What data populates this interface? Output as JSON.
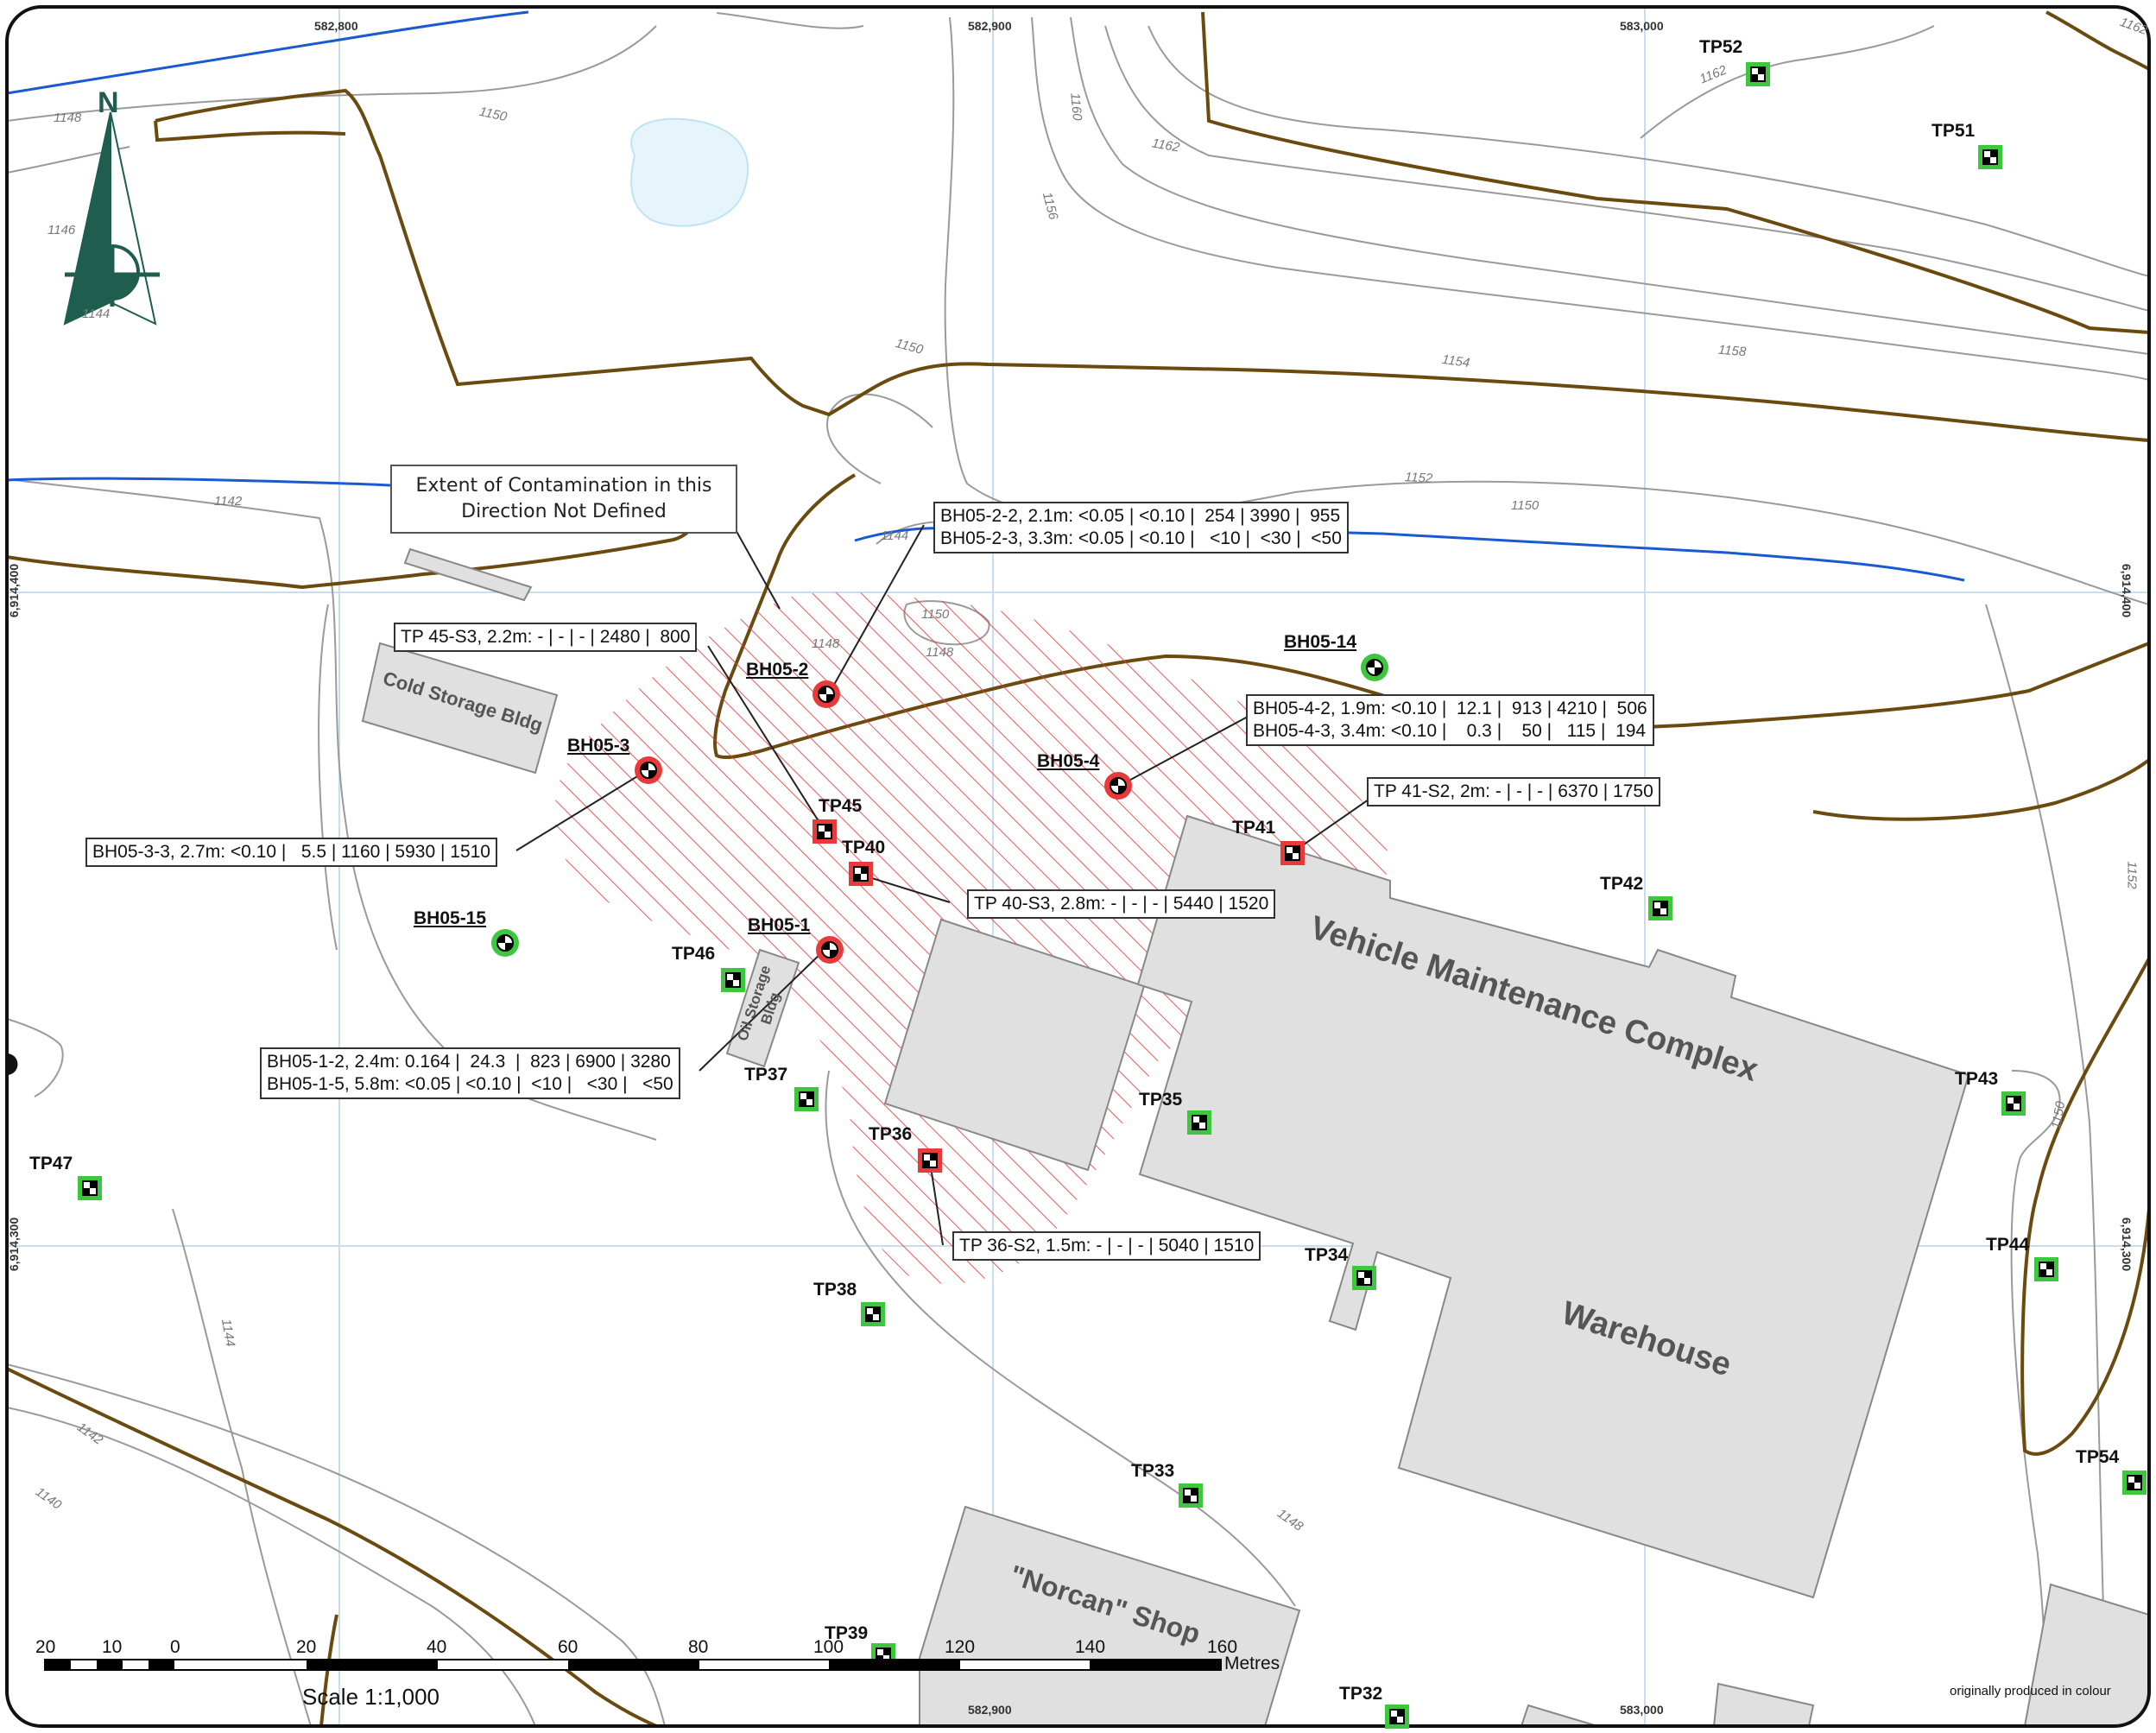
{
  "grid": {
    "easting_top": [
      "582,800",
      "582,900",
      "583,000"
    ],
    "easting_bottom": [
      "582,900",
      "583,000"
    ],
    "northing": [
      "6,914,400",
      "6,914,300"
    ]
  },
  "north_arrow": {
    "letter": "N"
  },
  "contours": [
    "1148",
    "1150",
    "1146",
    "1144",
    "1142",
    "1160",
    "1162",
    "1156",
    "1150",
    "1154",
    "1158",
    "1152",
    "1150",
    "1150",
    "1148",
    "1148",
    "1152",
    "1150",
    "1144",
    "1142",
    "1140",
    "1148",
    "1144",
    "1162",
    "1162"
  ],
  "buildings": {
    "cold_storage": "Cold Storage Bldg",
    "oil_storage_line1": "Oil Storage",
    "oil_storage_line2": "Bldg",
    "vmc": "Vehicle Maintenance Complex",
    "warehouse": "Warehouse",
    "norcan": "\"Norcan\" Shop"
  },
  "callout_extent": {
    "line1": "Extent of Contamination in this",
    "line2": "Direction Not Defined"
  },
  "boreholes": [
    {
      "id": "BH05-2",
      "status": "contaminated"
    },
    {
      "id": "BH05-3",
      "status": "contaminated"
    },
    {
      "id": "BH05-4",
      "status": "contaminated"
    },
    {
      "id": "BH05-1",
      "status": "contaminated"
    },
    {
      "id": "BH05-14",
      "status": "clean"
    },
    {
      "id": "BH05-15",
      "status": "clean"
    }
  ],
  "test_pits": [
    {
      "id": "TP52",
      "status": "clean"
    },
    {
      "id": "TP51",
      "status": "clean"
    },
    {
      "id": "TP45",
      "status": "contaminated"
    },
    {
      "id": "TP40",
      "status": "contaminated"
    },
    {
      "id": "TP41",
      "status": "contaminated"
    },
    {
      "id": "TP42",
      "status": "clean"
    },
    {
      "id": "TP46",
      "status": "clean"
    },
    {
      "id": "TP37",
      "status": "clean"
    },
    {
      "id": "TP36",
      "status": "contaminated"
    },
    {
      "id": "TP35",
      "status": "clean"
    },
    {
      "id": "TP47",
      "status": "clean"
    },
    {
      "id": "TP43",
      "status": "clean"
    },
    {
      "id": "TP34",
      "status": "clean"
    },
    {
      "id": "TP44",
      "status": "clean"
    },
    {
      "id": "TP38",
      "status": "clean"
    },
    {
      "id": "TP33",
      "status": "clean"
    },
    {
      "id": "TP54",
      "status": "clean"
    },
    {
      "id": "TP39",
      "status": "clean"
    },
    {
      "id": "TP32",
      "status": "clean"
    }
  ],
  "annotations": {
    "bh05_2": "BH05-2-2, 2.1m: <0.05 | <0.10 |  254 | 3990 |  955\nBH05-2-3, 3.3m: <0.05 | <0.10 |   <10 |  <30 |  <50",
    "tp45": "TP 45-S3, 2.2m: - | - | - | 2480 |  800",
    "bh05_4": "BH05-4-2, 1.9m: <0.10 |  12.1 |  913 | 4210 |  506\nBH05-4-3, 3.4m: <0.10 |    0.3 |    50 |   115 |  194",
    "tp41": "TP 41-S2, 2m: - | - | - | 6370 | 1750",
    "bh05_3": "BH05-3-3, 2.7m: <0.10 |   5.5 | 1160 | 5930 | 1510",
    "tp40": "TP 40-S3, 2.8m: - | - | - | 5440 | 1520",
    "bh05_1": "BH05-1-2, 2.4m: 0.164 |  24.3  |  823 | 6900 | 3280\nBH05-1-5, 5.8m: <0.05 | <0.10 |  <10 |   <30 |   <50",
    "tp36": "TP 36-S2, 1.5m: - | - | - | 5040 | 1510"
  },
  "scale_bar": {
    "labels": [
      "20",
      "10",
      "0",
      "20",
      "40",
      "60",
      "80",
      "100",
      "120",
      "140",
      "160"
    ],
    "unit": "Metres",
    "text": "Scale 1:1,000"
  },
  "footer": {
    "note": "originally produced in colour"
  },
  "colors": {
    "road": "#6b4a10",
    "water": "#1a5ad0",
    "contour": "#9a9a9a",
    "building": "#e0e0e0",
    "contamination": "#e83a3a",
    "clean_marker": "#3ec63e",
    "grid": "#c9dcf0",
    "north_arrow": "#1f5e4f"
  }
}
